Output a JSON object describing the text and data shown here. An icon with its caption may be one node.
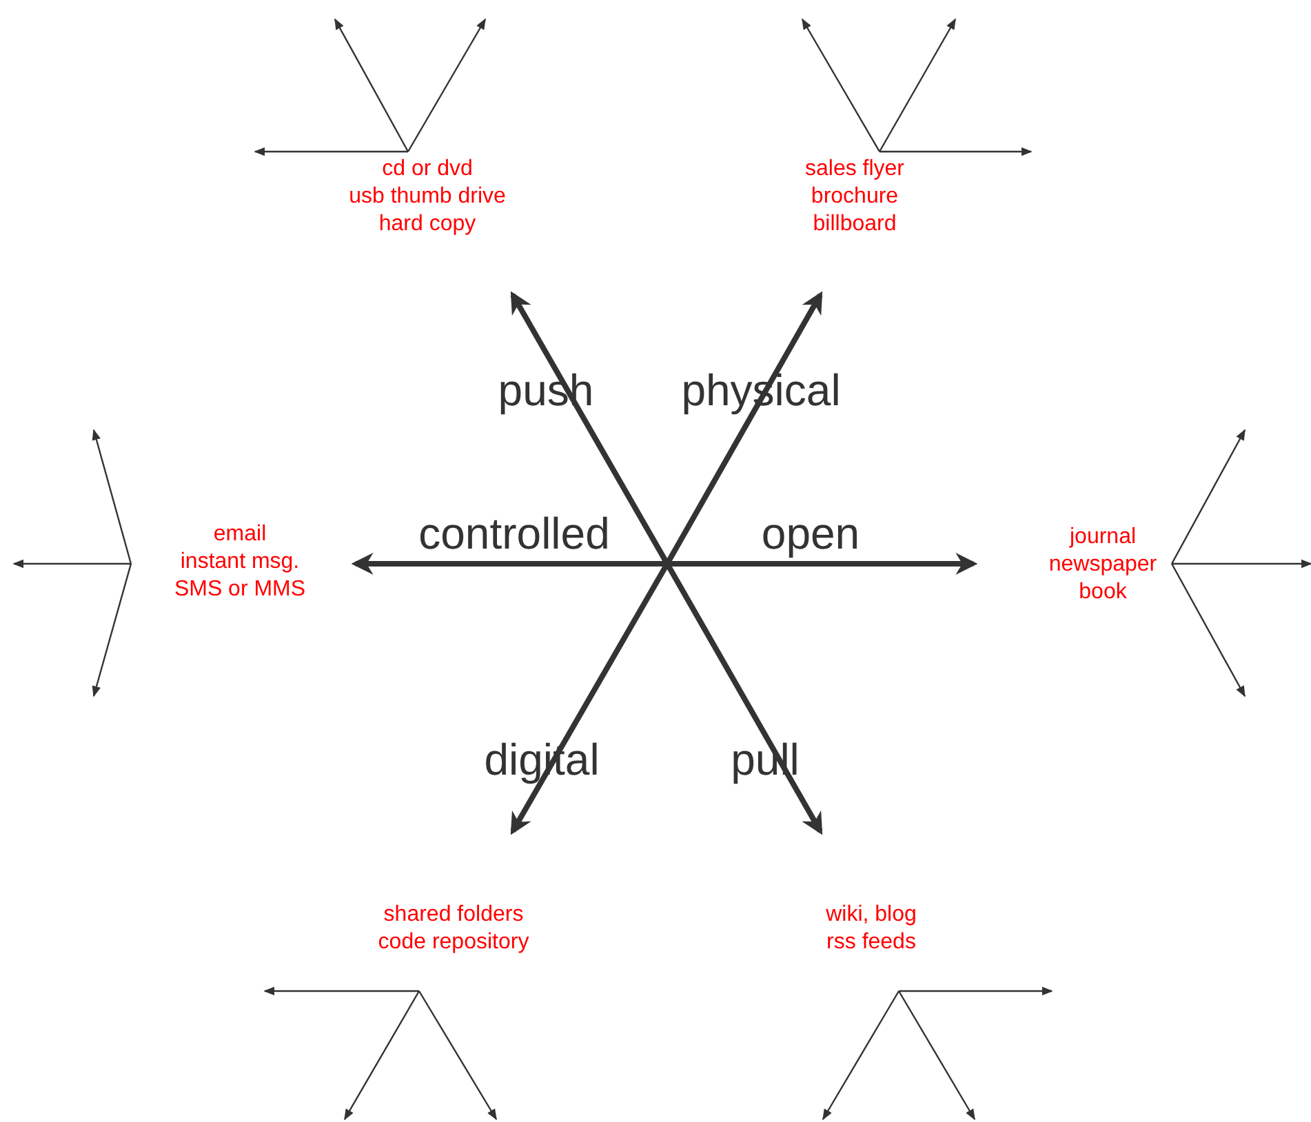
{
  "diagram": {
    "labels": [
      "cd or dvd",
      "usb thumb drive",
      "hard copy",
      "sales flyer",
      "brochure",
      "billboard",
      "push",
      "physical",
      "email",
      "instant msg.",
      "SMS or MMS",
      "controlled",
      "open",
      "journal",
      "newspaper",
      "book",
      "digital",
      "pull",
      "shared folders",
      "code repository",
      "wiki, blog",
      "rss feeds"
    ]
  }
}
